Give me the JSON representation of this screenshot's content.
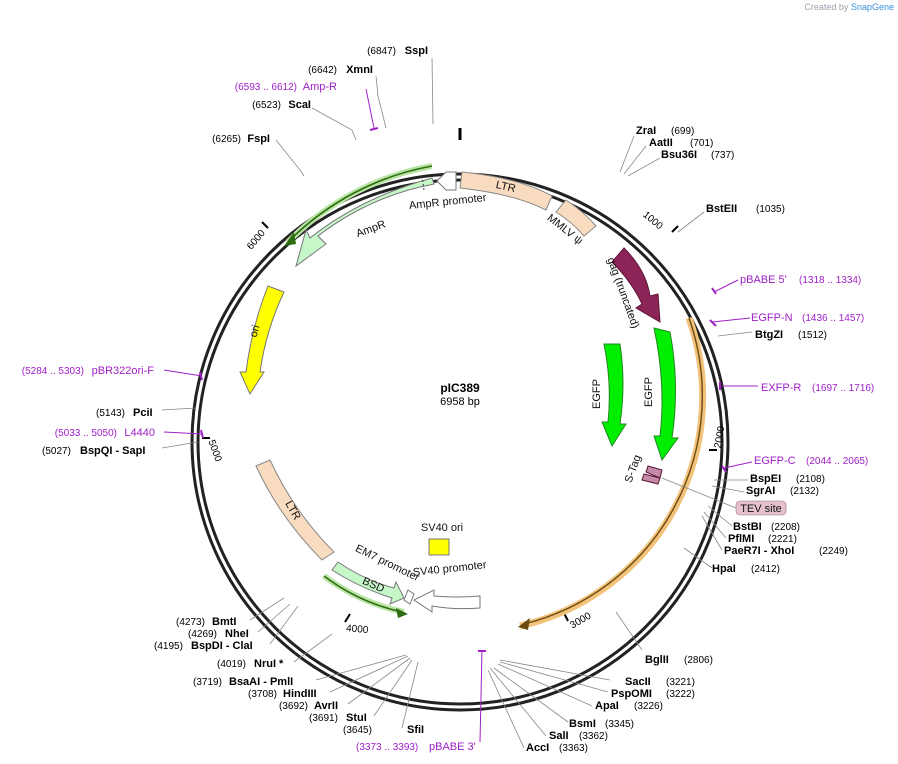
{
  "branding": {
    "prefix": "Created by",
    "product": "SnapGene"
  },
  "plasmid": {
    "name": "pIC389",
    "size_label": "6958 bp",
    "length": 6958
  },
  "colors": {
    "backbone": "#222222",
    "primer": "#a020c8",
    "ltr": "#f9dcbf",
    "ampr": "#c6f7c9",
    "ori": "#ffff00",
    "gag": "#8c2457",
    "egfp": "#00ee00",
    "stag": "#c48aa8",
    "orf_highlight": "#f2c27a",
    "tev_badge": "#e6c3cc"
  },
  "ticks": [
    "1000",
    "2000",
    "3000",
    "4000",
    "5000",
    "6000"
  ],
  "enzymes": [
    {
      "name": "SspI",
      "pos": "(6847)"
    },
    {
      "name": "XmnI",
      "pos": "(6642)"
    },
    {
      "name": "ScaI",
      "pos": "(6523)"
    },
    {
      "name": "FspI",
      "pos": "(6265)"
    },
    {
      "name": "ZraI",
      "pos": "(699)"
    },
    {
      "name": "AatII",
      "pos": "(701)"
    },
    {
      "name": "Bsu36I",
      "pos": "(737)"
    },
    {
      "name": "BstEII",
      "pos": "(1035)"
    },
    {
      "name": "BtgZI",
      "pos": "(1512)"
    },
    {
      "name": "BspEI",
      "pos": "(2108)"
    },
    {
      "name": "SgrAI",
      "pos": "(2132)"
    },
    {
      "name": "BstBI",
      "pos": "(2208)"
    },
    {
      "name": "PflMI",
      "pos": "(2221)"
    },
    {
      "name": "PaeR7I - XhoI",
      "pos": "(2249)"
    },
    {
      "name": "HpaI",
      "pos": "(2412)"
    },
    {
      "name": "BglII",
      "pos": "(2806)"
    },
    {
      "name": "SacII",
      "pos": "(3221)"
    },
    {
      "name": "PspOMI",
      "pos": "(3222)"
    },
    {
      "name": "ApaI",
      "pos": "(3226)"
    },
    {
      "name": "BsmI",
      "pos": "(3345)"
    },
    {
      "name": "SalI",
      "pos": "(3362)"
    },
    {
      "name": "AccI",
      "pos": "(3363)"
    },
    {
      "name": "SfiI",
      "pos": "(3645)"
    },
    {
      "name": "StuI",
      "pos": "(3691)"
    },
    {
      "name": "AvrII",
      "pos": "(3692)"
    },
    {
      "name": "HindIII",
      "pos": "(3708)"
    },
    {
      "name": "BsaAI - PmlI",
      "pos": "(3719)"
    },
    {
      "name": "NruI *",
      "pos": "(4019)"
    },
    {
      "name": "BspDI - ClaI",
      "pos": "(4195)"
    },
    {
      "name": "NheI",
      "pos": "(4269)"
    },
    {
      "name": "BmtI",
      "pos": "(4273)"
    },
    {
      "name": "BspQI - SapI",
      "pos": "(5027)"
    },
    {
      "name": "PciI",
      "pos": "(5143)"
    }
  ],
  "primers": [
    {
      "name": "Amp-R",
      "pos": "(6593 .. 6612)"
    },
    {
      "name": "pBABE 5'",
      "pos": "(1318 .. 1334)"
    },
    {
      "name": "EGFP-N",
      "pos": "(1436 .. 1457)"
    },
    {
      "name": "EXFP-R",
      "pos": "(1697 .. 1716)"
    },
    {
      "name": "EGFP-C",
      "pos": "(2044 .. 2065)"
    },
    {
      "name": "pBABE 3'",
      "pos": "(3373 .. 3393)"
    },
    {
      "name": "L4440",
      "pos": "(5033 .. 5050)"
    },
    {
      "name": "pBR322ori-F",
      "pos": "(5284 .. 5303)"
    }
  ],
  "features": [
    {
      "name": "LTR",
      "kind": "ltr"
    },
    {
      "name": "MMLV ψ",
      "kind": "ltr"
    },
    {
      "name": "AmpR promoter",
      "kind": "promoter"
    },
    {
      "name": "AmpR",
      "kind": "ampr"
    },
    {
      "name": "ori",
      "kind": "ori"
    },
    {
      "name": "gag (truncated)",
      "kind": "gag"
    },
    {
      "name": "EGFP",
      "kind": "egfp"
    },
    {
      "name": "EGFP",
      "kind": "egfp"
    },
    {
      "name": "S-Tag",
      "kind": "stag"
    },
    {
      "name": "TEV site",
      "kind": "tev"
    },
    {
      "name": "LTR",
      "kind": "ltr"
    },
    {
      "name": "SV40 ori",
      "kind": "ori"
    },
    {
      "name": "SV40 promoter",
      "kind": "promoter"
    },
    {
      "name": "EM7 promoter",
      "kind": "promoter"
    },
    {
      "name": "BSD",
      "kind": "ampr"
    }
  ]
}
